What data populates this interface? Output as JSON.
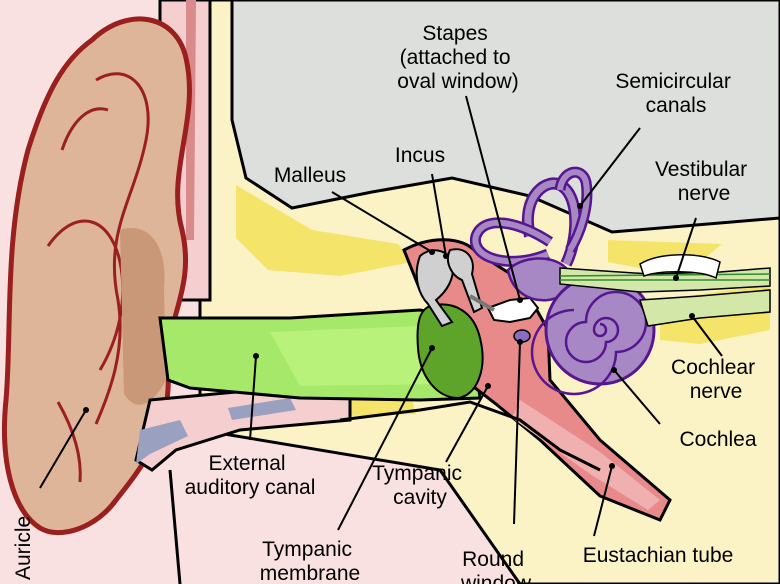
{
  "diagram": {
    "labels": {
      "stapes": [
        "Stapes",
        "(attached to",
        "oval window)"
      ],
      "semicircular_canals": [
        "Semicircular",
        "canals"
      ],
      "incus": "Incus",
      "malleus": "Malleus",
      "vestibular_nerve": [
        "Vestibular",
        "nerve"
      ],
      "cochlear_nerve": [
        "Cochlear",
        "nerve"
      ],
      "cochlea": "Cochlea",
      "external_auditory_canal": [
        "External",
        "auditory canal"
      ],
      "tympanic_cavity": [
        "Tympanic",
        "cavity"
      ],
      "tympanic_membrane": [
        "Tympanic",
        "membrane"
      ],
      "round_window": [
        "Round",
        "window"
      ],
      "eustachian_tube": "Eustachian tube",
      "auricle": "Auricle"
    },
    "colors": {
      "skin": "#f9e1e1",
      "outline": "#000000",
      "auricle_fill": "#deb598",
      "auricle_edge": "#9a1f1f",
      "bone": "#fbf2c6",
      "bone_highlight": "#f4e46a",
      "cranial_cavity": "#dcdfdb",
      "cartilage": "#9aa0c0",
      "canal_green": "#a6e86a",
      "membrane_green": "#5fa42a",
      "middle_ear_red": "#e88a8a",
      "ossicle_grey": "#d0d0d0",
      "inner_ear_purple": "#a888c4",
      "inner_ear_outline": "#56168f",
      "nerve_green": "#d3e8a8"
    }
  }
}
